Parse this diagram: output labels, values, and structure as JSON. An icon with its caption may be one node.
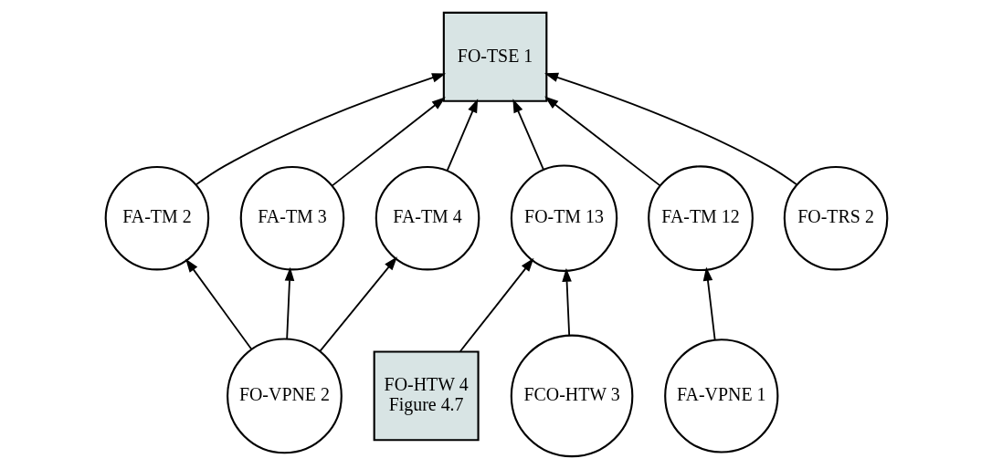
{
  "diagram": {
    "nodes": [
      {
        "text": [
          "FO-TSE 1"
        ]
      },
      {
        "text": [
          "FA-TM 2"
        ]
      },
      {
        "text": [
          "FA-TM 3"
        ]
      },
      {
        "text": [
          "FA-TM 4"
        ]
      },
      {
        "text": [
          "FO-TM 13"
        ]
      },
      {
        "text": [
          "FA-TM 12"
        ]
      },
      {
        "text": [
          "FO-TRS 2"
        ]
      },
      {
        "text": [
          "FO-VPNE 2"
        ]
      },
      {
        "text": [
          "FO-HTW 4",
          "Figure 4.7"
        ]
      },
      {
        "text": [
          "FCO-HTW 3"
        ]
      },
      {
        "text": [
          "FA-VPNE 1"
        ]
      }
    ],
    "edges": [
      {
        "from": 1,
        "to": 0,
        "arrow": "to"
      },
      {
        "from": 2,
        "to": 0,
        "arrow": "to"
      },
      {
        "from": 3,
        "to": 0,
        "arrow": "to"
      },
      {
        "from": 4,
        "to": 0,
        "arrow": "to"
      },
      {
        "from": 5,
        "to": 0,
        "arrow": "to"
      },
      {
        "from": 6,
        "to": 0,
        "arrow": "to"
      },
      {
        "from": 7,
        "to": 1,
        "arrow": "to"
      },
      {
        "from": 7,
        "to": 2,
        "arrow": "to"
      },
      {
        "from": 7,
        "to": 3,
        "arrow": "to"
      },
      {
        "from": 8,
        "to": 4,
        "arrow": "to"
      },
      {
        "from": 9,
        "to": 4,
        "arrow": "to"
      },
      {
        "from": 10,
        "to": 5,
        "arrow": "to"
      }
    ]
  }
}
